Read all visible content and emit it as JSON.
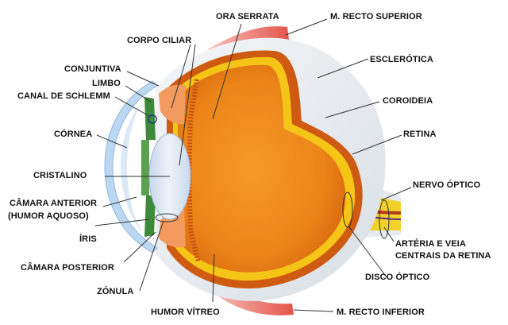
{
  "labels": {
    "ora_serrata": "ORA SERRATA",
    "recto_superior": "M. RECTO SUPERIOR",
    "corpo_ciliar": "CORPO CILIAR",
    "esclerotica": "ESCLERÓTICA",
    "conjuntiva": "CONJUNTIVA",
    "limbo": "LIMBO",
    "canal_schlemm": "CANAL DE SCHLEMM",
    "coroideia": "COROIDEIA",
    "cornea": "CÓRNEA",
    "retina": "RETINA",
    "cristalino": "CRISTALINO",
    "nervo_optico": "NERVO ÓPTICO",
    "camara_anterior_1": "CÂMARA ANTERIOR",
    "camara_anterior_2": "(HUMOR AQUOSO)",
    "iris": "ÍRIS",
    "arteria_1": "ARTÉRIA E VEIA",
    "arteria_2": "CENTRAIS DA RETINA",
    "camara_posterior": "CÂMARA POSTERIOR",
    "disco_optico": "DISCO ÓPTICO",
    "zonula": "ZÓNULA",
    "humor_vitreo": "HUMOR VÍTREO",
    "recto_inferior": "M. RECTO INFERIOR"
  },
  "colors": {
    "sclera": "#e9edf1",
    "choroid": "#cf5a12",
    "retina": "#f5c518",
    "vitreous": "#f08a1c",
    "cornea": "#bcd7f2",
    "lens": "#dfe8f4",
    "muscle": "#e8635a",
    "iris": "#3d8a3a",
    "nerve": "#f2d22a"
  }
}
